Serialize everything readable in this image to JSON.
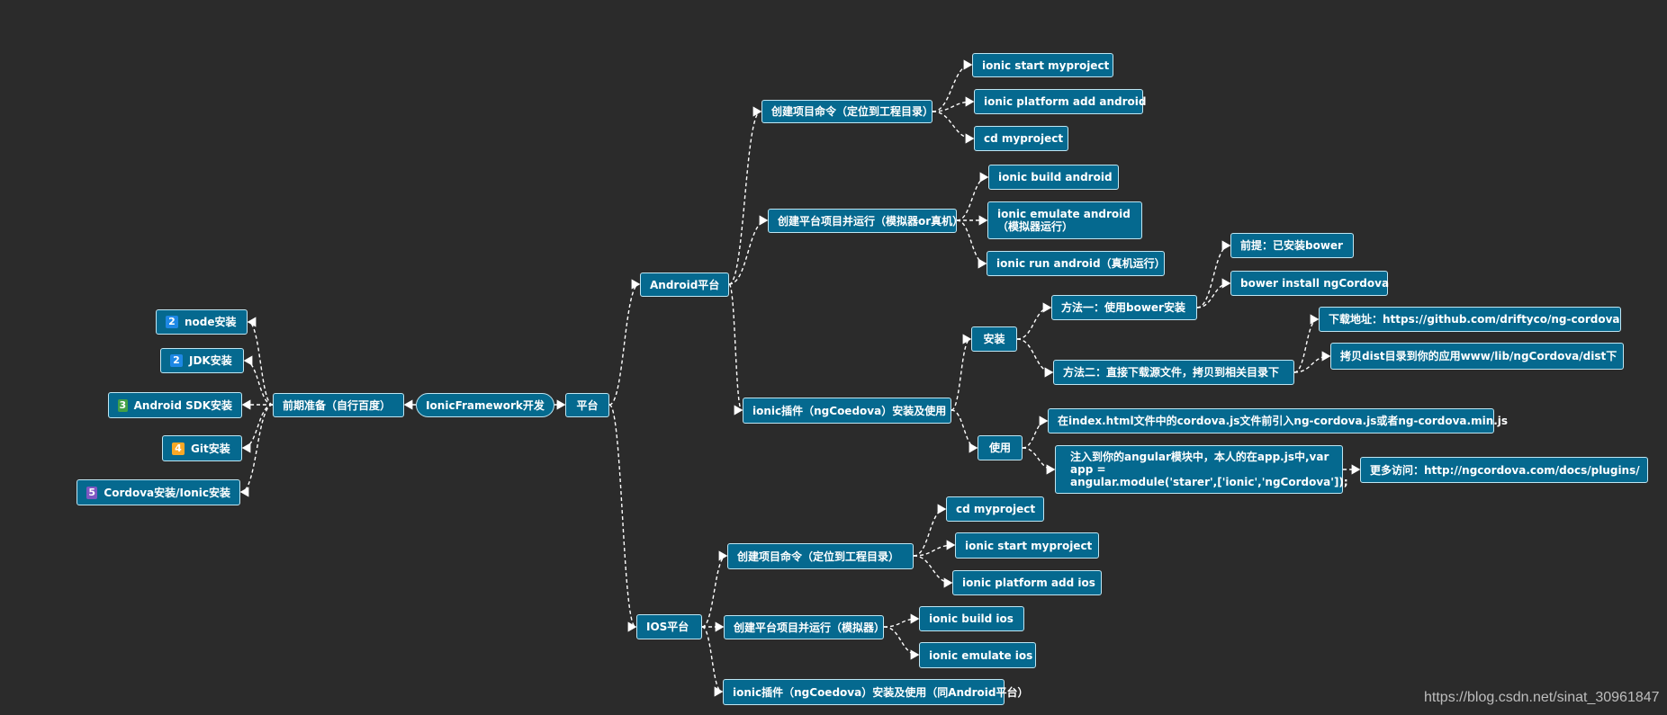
{
  "root": {
    "label": "IonicFramework开发"
  },
  "prep": {
    "label": "前期准备（自行百度）",
    "items": [
      {
        "badge": "2",
        "label": "node安装"
      },
      {
        "badge": "2",
        "label": "JDK安装"
      },
      {
        "badge": "3",
        "label": "Android SDK安装"
      },
      {
        "badge": "4",
        "label": "Git安装"
      },
      {
        "badge": "5",
        "label": "Cordova安装/Ionic安装"
      }
    ]
  },
  "platform": {
    "label": "平台"
  },
  "android": {
    "label": "Android平台",
    "create": {
      "label": "创建项目命令（定位到工程目录）",
      "items": [
        "ionic start myproject",
        "ionic platform add android",
        "cd myproject"
      ]
    },
    "run": {
      "label": "创建平台项目并运行（模拟器or真机）",
      "items": [
        "ionic build android",
        "ionic emulate android\n（模拟器运行）",
        "ionic run android（真机运行）"
      ]
    },
    "plugin": {
      "label": "ionic插件（ngCoedova）安装及使用",
      "install": {
        "label": "安装",
        "method1": {
          "label": "方法一：使用bower安装",
          "items": [
            "前提：已安装bower",
            "bower install ngCordova"
          ]
        },
        "method2": {
          "label": "方法二：直接下载源文件，拷贝到相关目录下",
          "items": [
            "下载地址：https://github.com/driftyco/ng-cordova",
            "拷贝dist目录到你的应用www/lib/ngCordova/dist下"
          ]
        }
      },
      "use": {
        "label": "使用",
        "items": [
          "在index.html文件中的cordova.js文件前引入ng-cordova.js或者ng-cordova.min.js",
          "注入到你的angular模块中，本人的在app.js中,var\napp =\nangular.module('starer',['ionic','ngCordova']);"
        ],
        "more": "更多访问：http://ngcordova.com/docs/plugins/"
      }
    }
  },
  "ios": {
    "label": "IOS平台",
    "create": {
      "label": "创建项目命令（定位到工程目录）",
      "items": [
        "cd myproject",
        "ionic start myproject",
        "ionic platform add ios"
      ]
    },
    "run": {
      "label": "创建平台项目并运行（模拟器）",
      "items": [
        "ionic build ios",
        "ionic emulate ios"
      ]
    },
    "plugin": {
      "label": "ionic插件（ngCoedova）安装及使用（同Android平台）"
    }
  },
  "watermark": "https://blog.csdn.net/sinat_30961847",
  "colors": {
    "background": "#2b2b2b",
    "node": "#05698f",
    "node_border": "#bfe6f3",
    "edge": "#ffffff",
    "badge_blue": "#1e88e5",
    "badge_green": "#43a047",
    "badge_yellow": "#f9a825",
    "badge_purple": "#7e57c2"
  }
}
